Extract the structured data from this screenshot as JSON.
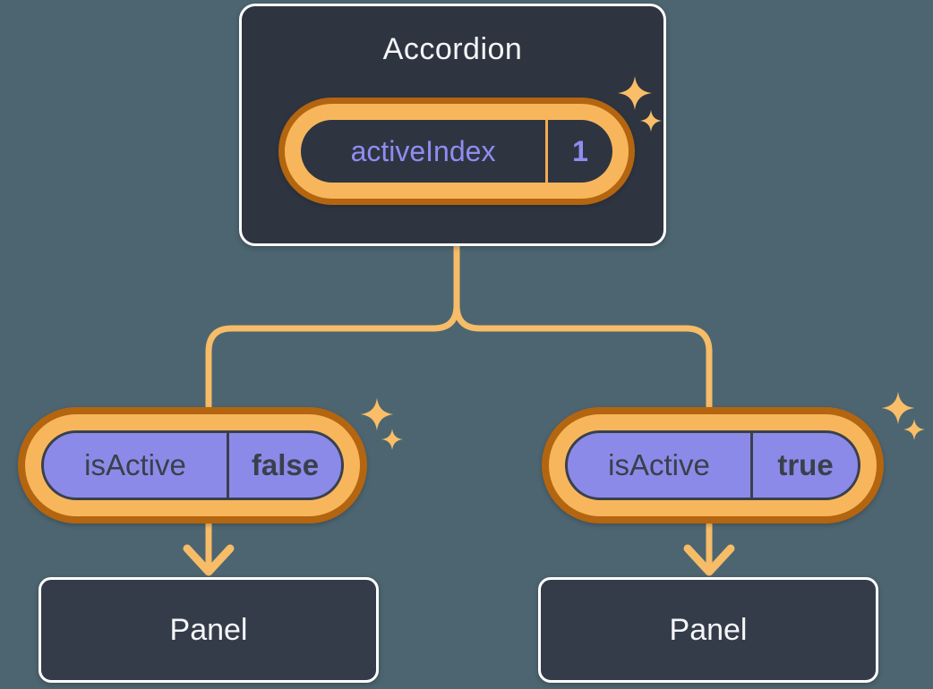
{
  "colors": {
    "bg": "#4D6570",
    "card": "#2E3541",
    "panel": "#353C49",
    "white": "#FFFFFF",
    "ring-dark": "#B4650F",
    "ring-light": "#F8B65C",
    "line": "#F6BC68",
    "sparkle": "#F9BE67",
    "purple-fill": "#8C8AE8",
    "purple-text": "#8F8DF2",
    "ink": "#39404C",
    "divider-orange": "#F2AC52",
    "text-light": "#F4F6F8"
  },
  "diagram": {
    "root": {
      "title": "Accordion",
      "state": {
        "label": "activeIndex",
        "value": "1"
      },
      "icon": "sparkles-icon"
    },
    "children": [
      {
        "state": {
          "label": "isActive",
          "value": "false"
        },
        "panel_title": "Panel",
        "icon": "sparkles-icon"
      },
      {
        "state": {
          "label": "isActive",
          "value": "true"
        },
        "panel_title": "Panel",
        "icon": "sparkles-icon"
      }
    ]
  }
}
